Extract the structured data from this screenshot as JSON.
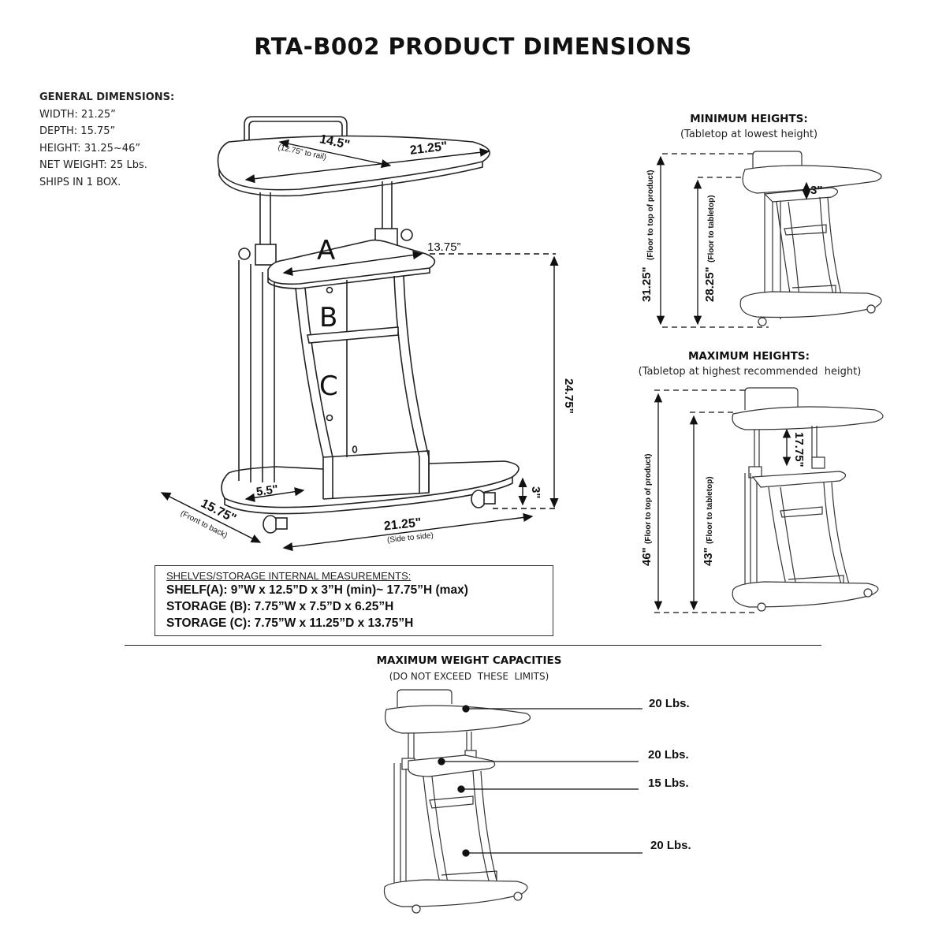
{
  "title": "RTA-B002 PRODUCT DIMENSIONS",
  "general": {
    "heading": "GENERAL DIMENSIONS:",
    "lines": [
      "WIDTH: 21.25”",
      "DEPTH: 15.75”",
      "HEIGHT: 31.25~46”",
      "NET WEIGHT: 25 Lbs.",
      "SHIPS IN 1 BOX."
    ]
  },
  "main_view": {
    "top_depth": "14.5\"",
    "top_depth_note": "(12.75\" to rail)",
    "top_width": "21.25\"",
    "shelf_width": "13.75”",
    "shelf_height": "24.75”",
    "base_inset": "5.5\"",
    "base_clearance": "3\"",
    "base_depth": "15.75\"",
    "base_depth_note": "(Front to back)",
    "base_width": "21.25\"",
    "base_width_note": "(Side to side)",
    "compartments": [
      "A",
      "B",
      "C"
    ]
  },
  "min_heights": {
    "heading": "MINIMUM HEIGHTS:",
    "subheading": "(Tabletop at lowest height)",
    "overall": "31.25\"",
    "overall_note": "(Floor to top of product)",
    "tabletop": "28.25\"",
    "tabletop_note": "(Floor to tabletop)",
    "gap": "3\""
  },
  "max_heights": {
    "heading": "MAXIMUM HEIGHTS:",
    "subheading": "(Tabletop at highest recommended  height)",
    "overall": "46\"",
    "overall_note": "(Floor to top of product)",
    "tabletop": "43\"",
    "tabletop_note": "(Floor to tabletop)",
    "gap": "17.75\""
  },
  "internal": {
    "heading": "SHELVES/STORAGE INTERNAL MEASUREMENTS:",
    "rows": [
      "SHELF(A): 9”W x 12.5”D x 3”H (min)~ 17.75”H (max)",
      "STORAGE (B): 7.75”W x 7.5”D x 6.25”H",
      "STORAGE (C): 7.75”W x 11.25”D x 13.75”H"
    ]
  },
  "weights": {
    "heading": "MAXIMUM WEIGHT CAPACITIES",
    "subheading": "(DO NOT EXCEED  THESE  LIMITS)",
    "items": [
      {
        "part": "tabletop",
        "value": "20 Lbs."
      },
      {
        "part": "shelf-a",
        "value": "20 Lbs."
      },
      {
        "part": "storage-b",
        "value": "15 Lbs."
      },
      {
        "part": "storage-c",
        "value": "20 Lbs."
      }
    ]
  }
}
